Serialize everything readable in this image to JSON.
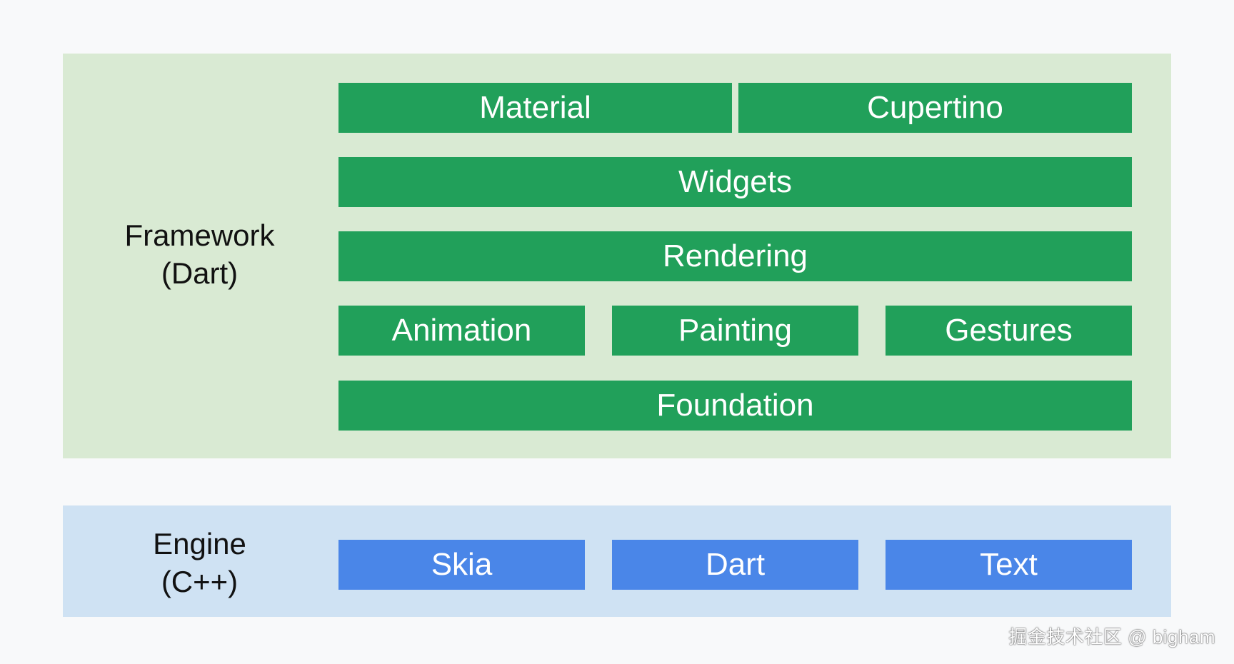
{
  "colors": {
    "background": "#f8f9fa",
    "framework_layer": "#d9ead3",
    "engine_layer": "#cfe2f3",
    "framework_block": "#21a05a",
    "engine_block": "#4a86e8"
  },
  "framework": {
    "label_line1": "Framework",
    "label_line2": "(Dart)",
    "blocks": {
      "material": "Material",
      "cupertino": "Cupertino",
      "widgets": "Widgets",
      "rendering": "Rendering",
      "animation": "Animation",
      "painting": "Painting",
      "gestures": "Gestures",
      "foundation": "Foundation"
    }
  },
  "engine": {
    "label_line1": "Engine",
    "label_line2": "(C++)",
    "blocks": {
      "skia": "Skia",
      "dart": "Dart",
      "text": "Text"
    }
  },
  "watermark": "掘金技术社区 @ bigham"
}
